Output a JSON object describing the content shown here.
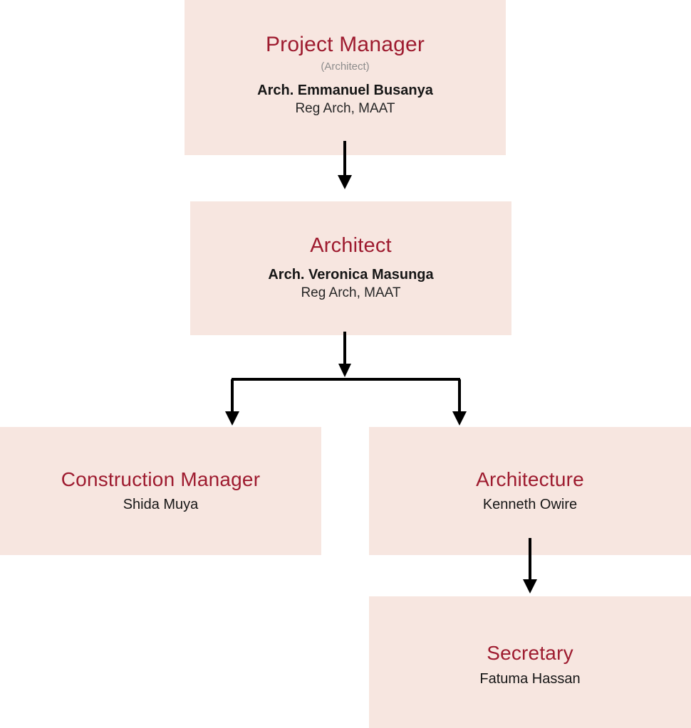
{
  "diagram": {
    "type": "organization-chart",
    "colors": {
      "box_fill": "#F7E6E0",
      "title": "#9E1B2F",
      "person": "#161616",
      "subtitle": "#8c8c8c",
      "connector": "#000000",
      "background": "#FFFFFF"
    },
    "nodes": [
      {
        "id": "project-manager",
        "title": "Project Manager",
        "subtitle": "(Architect)",
        "person": "Arch. Emmanuel Busanya",
        "credentials": "Reg Arch, MAAT"
      },
      {
        "id": "architect",
        "title": "Architect",
        "person": "Arch. Veronica Masunga",
        "credentials": "Reg Arch, MAAT"
      },
      {
        "id": "construction-manager",
        "title": "Construction Manager",
        "person": "Shida Muya"
      },
      {
        "id": "architecture",
        "title": "Architecture",
        "person": "Kenneth Owire"
      },
      {
        "id": "secretary",
        "title": "Secretary",
        "person": "Fatuma Hassan"
      }
    ],
    "connectors": [
      {
        "id": "pm-to-architect",
        "from": "project-manager",
        "to": "architect",
        "style": "straight-arrow"
      },
      {
        "id": "architect-split",
        "from": "architect",
        "to": [
          "construction-manager",
          "architecture"
        ],
        "style": "split-arrow"
      },
      {
        "id": "architecture-to-secretary",
        "from": "architecture",
        "to": "secretary",
        "style": "straight-arrow"
      }
    ]
  }
}
